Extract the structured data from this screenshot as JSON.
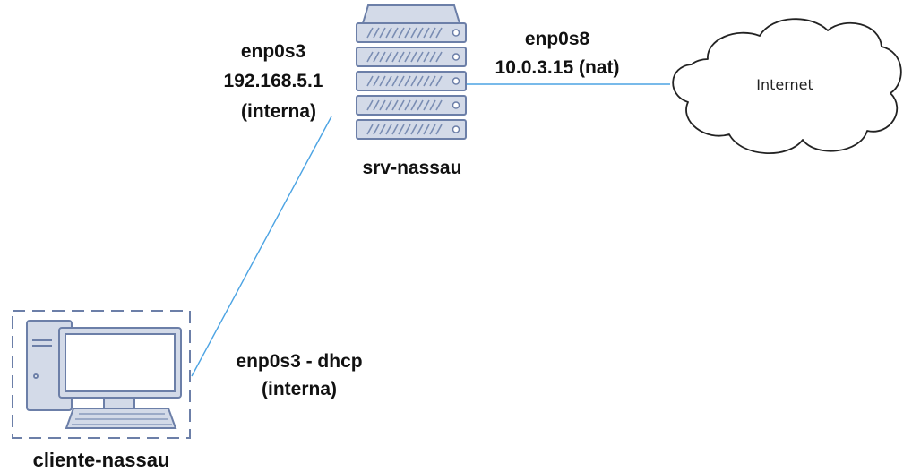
{
  "colors": {
    "link": "#4ba3e3",
    "device_stroke": "#6c7fa8",
    "device_fill": "#d3dae8",
    "screen_fill": "#ffffff",
    "cloud_stroke": "#222222"
  },
  "server": {
    "icon": "server-rack-icon",
    "name": "srv-nassau",
    "left_iface": {
      "name": "enp0s3",
      "ip": "192.168.5.1",
      "network": "(interna)"
    },
    "right_iface": {
      "name": "enp0s8",
      "ip_network": "10.0.3.15 (nat)"
    }
  },
  "cloud": {
    "icon": "cloud-icon",
    "label": "Internet"
  },
  "client": {
    "icon": "desktop-computer-icon",
    "name": "cliente-nassau",
    "iface": {
      "name": "enp0s3 - dhcp",
      "network": "(interna)"
    }
  }
}
